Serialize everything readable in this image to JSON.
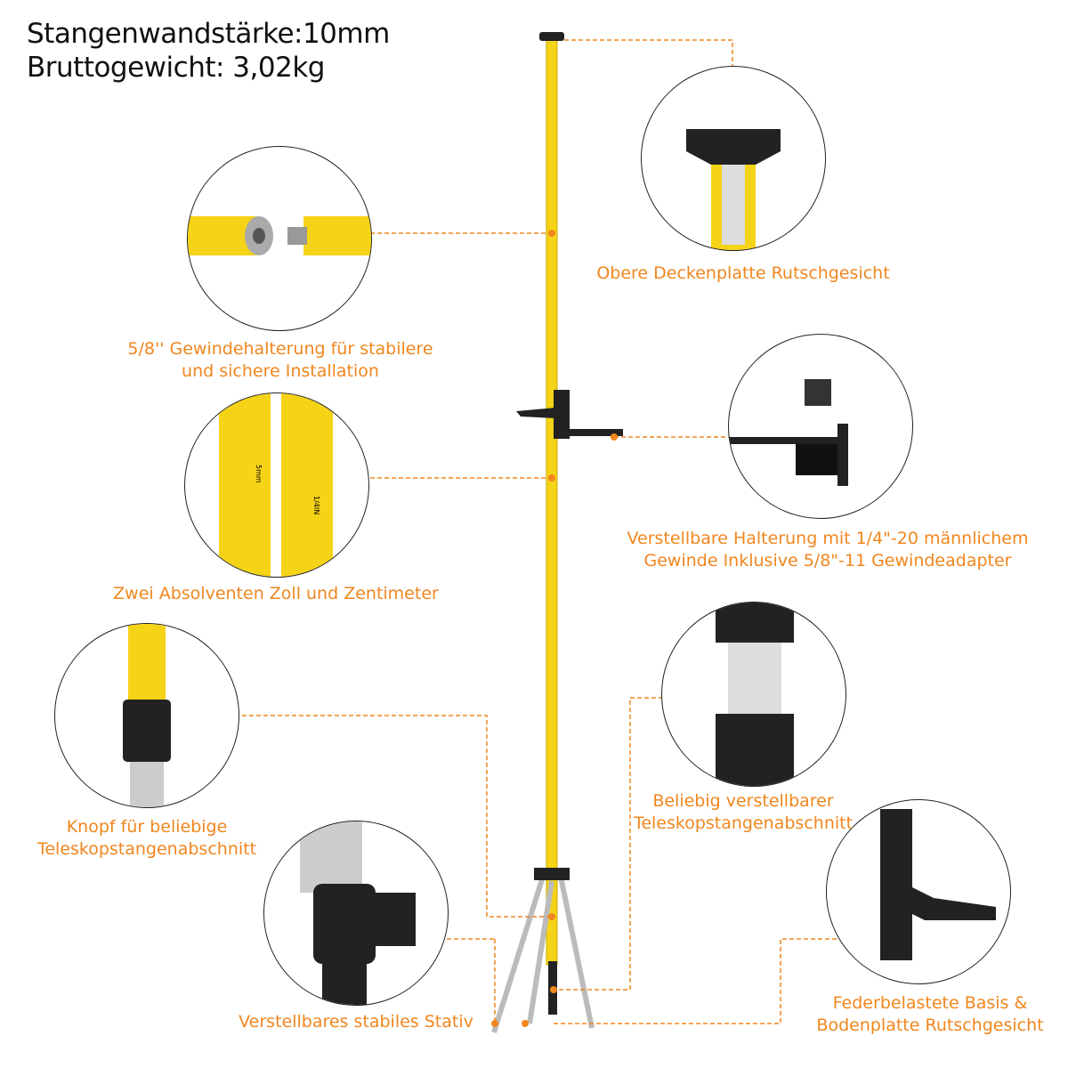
{
  "header": {
    "wall_thickness": "Stangenwandstärke:10mm",
    "gross_weight": "Bruttogewicht: 3,02kg"
  },
  "colors": {
    "accent": "#f0861e",
    "pole": "#f5d316",
    "text": "#111111"
  },
  "features": [
    {
      "id": "top-plate",
      "lines": [
        "Obere Deckenplatte Rutschgesicht"
      ]
    },
    {
      "id": "thread-mount",
      "lines": [
        "5/8'' Gewindehalterung für stabilere",
        "und sichere Installation"
      ]
    },
    {
      "id": "scale",
      "lines": [
        "Zwei Absolventen Zoll und Zentimeter"
      ]
    },
    {
      "id": "bracket",
      "lines": [
        "Verstellbare Halterung mit 1/4\"-20 männlichem",
        "Gewinde Inklusive 5/8\"-11 Gewindeadapter"
      ]
    },
    {
      "id": "knob",
      "lines": [
        "Knopf für beliebige",
        "Teleskopstangenabschnitt"
      ]
    },
    {
      "id": "telescopic",
      "lines": [
        "Beliebig verstellbarer",
        "Teleskopstangenabschnitt"
      ]
    },
    {
      "id": "tripod",
      "lines": [
        "Verstellbares stabiles Stativ"
      ]
    },
    {
      "id": "base",
      "lines": [
        "Federbelastete Basis &",
        "Bodenplatte Rutschgesicht"
      ]
    }
  ],
  "scale_marks": {
    "metric": "5mm",
    "imperial": "1/4IN"
  }
}
